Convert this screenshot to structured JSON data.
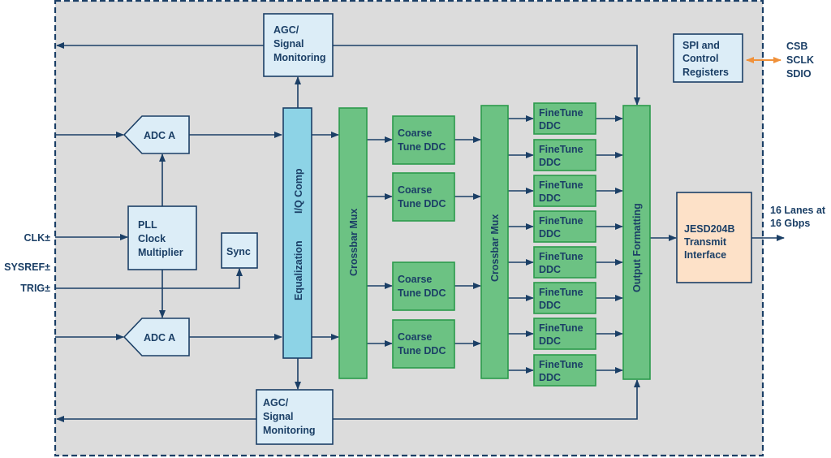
{
  "diagram": {
    "agc_top": [
      "AGC/",
      "Signal",
      "Monitoring"
    ],
    "agc_bottom": [
      "AGC/",
      "Signal",
      "Monitoring"
    ],
    "adc_top": "ADC A",
    "adc_bottom": "ADC A",
    "pll": [
      "PLL",
      "Clock",
      "Multiplier"
    ],
    "sync": "Sync",
    "iq_comp": "I/Q Comp",
    "equalization": "Equalization",
    "crossbar_1": "Crossbar Mux",
    "crossbar_2": "Crossbar Mux",
    "coarse_ddc": [
      [
        "Coarse",
        "Tune DDC"
      ],
      [
        "Coarse",
        "Tune DDC"
      ],
      [
        "Coarse",
        "Tune DDC"
      ],
      [
        "Coarse",
        "Tune DDC"
      ]
    ],
    "fine_ddc": [
      [
        "FineTune",
        "DDC"
      ],
      [
        "FineTune",
        "DDC"
      ],
      [
        "FineTune",
        "DDC"
      ],
      [
        "FineTune",
        "DDC"
      ],
      [
        "FineTune",
        "DDC"
      ],
      [
        "FineTune",
        "DDC"
      ],
      [
        "FineTune",
        "DDC"
      ],
      [
        "FineTune",
        "DDC"
      ]
    ],
    "output_formatting": "Output Formatting",
    "jesd": [
      "JESD204B",
      "Transmit",
      "Interface"
    ],
    "spi": [
      "SPI and",
      "Control",
      "Registers"
    ],
    "spi_pins": [
      "CSB",
      "SCLK",
      "SDIO"
    ],
    "lanes": [
      "16 Lanes at",
      "16 Gbps"
    ],
    "inputs": {
      "clk": "CLK±",
      "sysref": "SYSREF±",
      "trig": "TRIG±"
    }
  },
  "colors": {
    "line": "#1b3f66",
    "block": "#dcedf7",
    "eq_bar": "#8dd3e6",
    "mux": "#6cc283",
    "jesd": "#fde1c8",
    "spi_arrow": "#f0913a",
    "background": "#dcdcdc"
  }
}
